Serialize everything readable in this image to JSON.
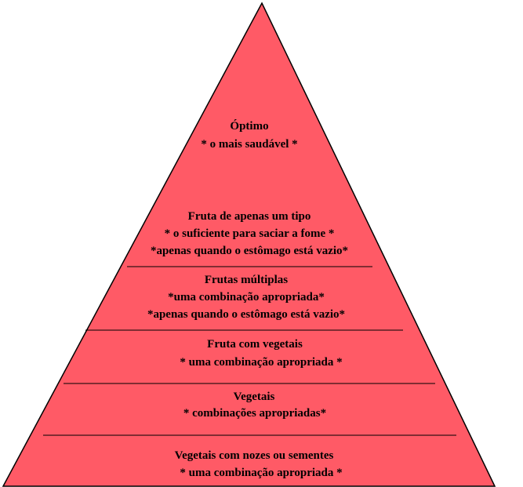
{
  "colors": {
    "pyramid_fill": "#ff5a66",
    "outline": "#000000",
    "background": "#ffffff"
  },
  "tiers": [
    {
      "lines": [
        "Óptimo",
        "* o mais saudável *"
      ]
    },
    {
      "lines": [
        "Fruta de apenas um tipo",
        "* o suficiente para saciar a fome *",
        "*apenas quando o estômago está vazio*"
      ]
    },
    {
      "lines": [
        "Frutas múltiplas",
        "*uma combinação apropriada*",
        "*apenas quando o estômago está vazio*"
      ]
    },
    {
      "lines": [
        "Fruta com vegetais",
        "* uma combinação apropriada *"
      ]
    },
    {
      "lines": [
        "Vegetais",
        "* combinações apropriadas*"
      ]
    },
    {
      "lines": [
        "Vegetais com nozes ou sementes",
        "* uma combinação apropriada *"
      ]
    }
  ]
}
